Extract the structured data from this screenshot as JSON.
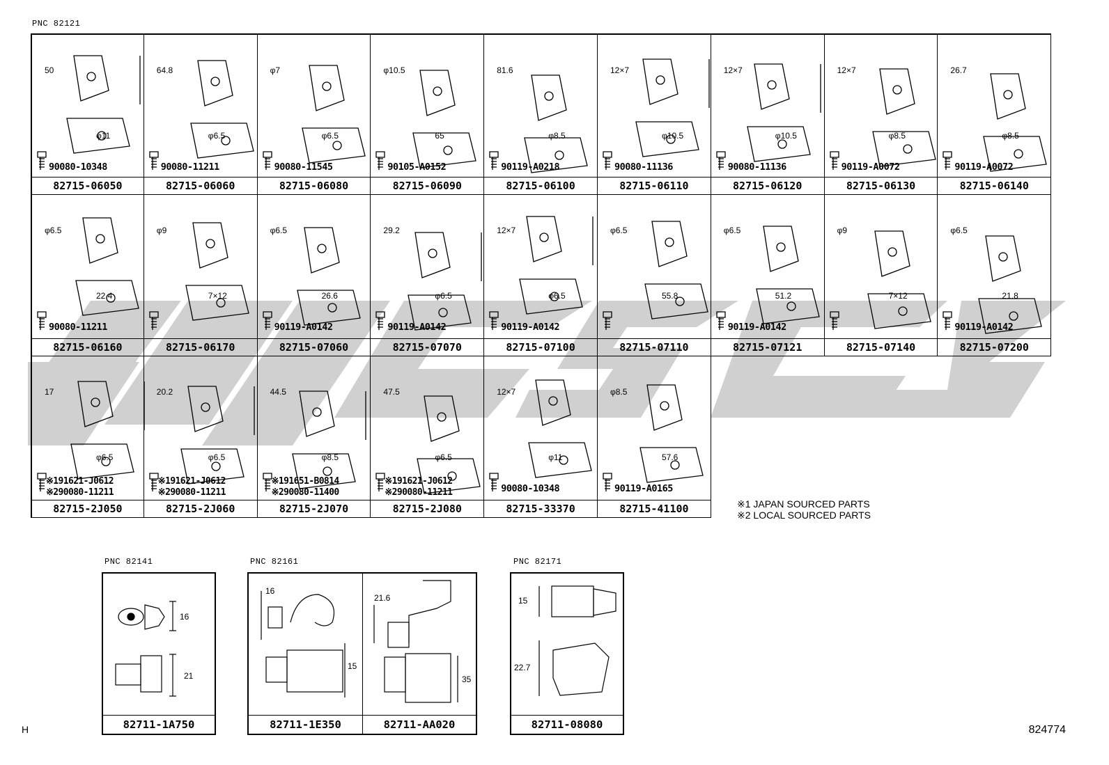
{
  "watermark_color": "#d0d0d0",
  "pnc_main": "PNC 82121",
  "row1": [
    {
      "pn": "82715-06050",
      "bolt": "90080-10348",
      "dims": [
        "50",
        "φ11"
      ]
    },
    {
      "pn": "82715-06060",
      "bolt": "90080-11211",
      "dims": [
        "64.8",
        "φ6.5"
      ]
    },
    {
      "pn": "82715-06080",
      "bolt": "90080-11545",
      "dims": [
        "φ7",
        "φ6.5"
      ]
    },
    {
      "pn": "82715-06090",
      "bolt": "90105-A0152",
      "dims": [
        "φ10.5",
        "65"
      ]
    },
    {
      "pn": "82715-06100",
      "bolt": "90119-A0218",
      "dims": [
        "81.6",
        "φ8.5"
      ]
    },
    {
      "pn": "82715-06110",
      "bolt": "90080-11136",
      "dims": [
        "12×7",
        "φ10.5"
      ]
    },
    {
      "pn": "82715-06120",
      "bolt": "90080-11136",
      "dims": [
        "12×7",
        "φ10.5"
      ]
    },
    {
      "pn": "82715-06130",
      "bolt": "90119-A0072",
      "dims": [
        "12×7",
        "φ8.5"
      ]
    },
    {
      "pn": "82715-06140",
      "bolt": "90119-A0072",
      "dims": [
        "26.7",
        "φ8.5"
      ]
    }
  ],
  "row2": [
    {
      "pn": "82715-06160",
      "bolt": "90080-11211",
      "dims": [
        "φ6.5",
        "22.4"
      ]
    },
    {
      "pn": "82715-06170",
      "bolt": "",
      "dims": [
        "φ9",
        "7×12"
      ]
    },
    {
      "pn": "82715-07060",
      "bolt": "90119-A0142",
      "dims": [
        "φ6.5",
        "26.6"
      ]
    },
    {
      "pn": "82715-07070",
      "bolt": "90119-A0142",
      "dims": [
        "29.2",
        "φ6.5"
      ]
    },
    {
      "pn": "82715-07100",
      "bolt": "90119-A0142",
      "dims": [
        "12×7",
        "φ6.5"
      ]
    },
    {
      "pn": "82715-07110",
      "bolt": "",
      "dims": [
        "φ6.5",
        "55.8"
      ]
    },
    {
      "pn": "82715-07121",
      "bolt": "90119-A0142",
      "dims": [
        "φ6.5",
        "51.2"
      ]
    },
    {
      "pn": "82715-07140",
      "bolt": "",
      "dims": [
        "φ9",
        "7×12"
      ]
    },
    {
      "pn": "82715-07200",
      "bolt": "90119-A0142",
      "dims": [
        "φ6.5",
        "21.8"
      ]
    }
  ],
  "row3": [
    {
      "pn": "82715-2J050",
      "b1": "※191621-J0612",
      "b2": "※290080-11211",
      "dims": [
        "17",
        "φ6.5"
      ]
    },
    {
      "pn": "82715-2J060",
      "b1": "※191621-J0612",
      "b2": "※290080-11211",
      "dims": [
        "20.2",
        "φ6.5"
      ]
    },
    {
      "pn": "82715-2J070",
      "b1": "※191651-B0814",
      "b2": "※290080-11400",
      "dims": [
        "44.5",
        "φ8.5"
      ]
    },
    {
      "pn": "82715-2J080",
      "b1": "※191621-J0612",
      "b2": "※290080-11211",
      "dims": [
        "47.5",
        "φ6.5"
      ]
    },
    {
      "pn": "82715-33370",
      "bolt": "90080-10348",
      "dims": [
        "12×7",
        "φ11"
      ]
    },
    {
      "pn": "82715-41100",
      "bolt": "90119-A0165",
      "dims": [
        "φ8.5",
        "57.6"
      ]
    }
  ],
  "notes": [
    "※1 JAPAN SOURCED PARTS",
    "※2 LOCAL SOURCED PARTS"
  ],
  "pnc_82141": {
    "label": "PNC 82141",
    "pn": "82711-1A750",
    "dims": [
      "16",
      "21"
    ]
  },
  "pnc_82161": {
    "label": "PNC 82161",
    "parts": [
      {
        "pn": "82711-1E350",
        "dims": [
          "16",
          "15"
        ]
      },
      {
        "pn": "82711-AA020",
        "dims": [
          "21.6",
          "35"
        ]
      }
    ]
  },
  "pnc_82171": {
    "label": "PNC 82171",
    "pn": "82711-08080",
    "dims": [
      "15",
      "22.7"
    ]
  },
  "h_mark": "H",
  "drawing_code": "824774"
}
